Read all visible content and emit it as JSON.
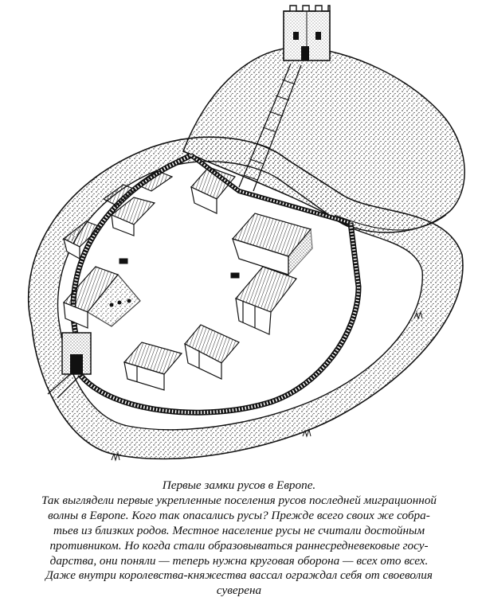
{
  "caption": {
    "title": "Первые замки русов в Европе.",
    "lines": [
      "Так выглядели первые укрепленные поселения русов последней миграционной",
      "волны в Европе. Кого так опасались русы? Прежде всего своих же собра-",
      "тьев из близких родов. Местное население русы не считали достойным",
      "противником. Но когда стали образовываться раннесредневековые госу-",
      "дарства, они поняли — теперь нужна круговая оборона — всех ото всех.",
      "Даже внутри королевства-княжества вассал ограждал себя от своеволия",
      "суверена"
    ]
  },
  "illustration": {
    "subject": "motte-and-bailey-castle",
    "style": "black-ink-line-drawing",
    "ink_color": "#111111",
    "paper_color": "#ffffff"
  }
}
